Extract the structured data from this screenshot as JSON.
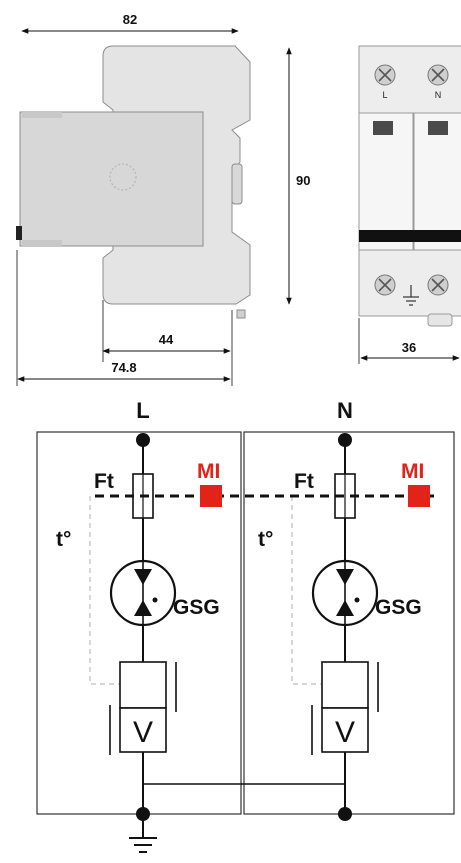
{
  "dimensions": {
    "width_top": "82",
    "height": "90",
    "depth_44": "44",
    "depth_74_8": "74.8",
    "width_front": "36"
  },
  "front_view": {
    "terminal_left": "L",
    "terminal_right": "N"
  },
  "schematic": {
    "line_left": "L",
    "line_right": "N",
    "fuse_label": "Ft",
    "indicator_label": "MI",
    "thermal_label": "t°",
    "gas_tube_label": "GSG",
    "varistor_label": "V"
  },
  "colors": {
    "housing": "#e2e2e2",
    "housing_stroke": "#8a8a8a",
    "indicator": "#e2231a",
    "ink": "#111111"
  }
}
